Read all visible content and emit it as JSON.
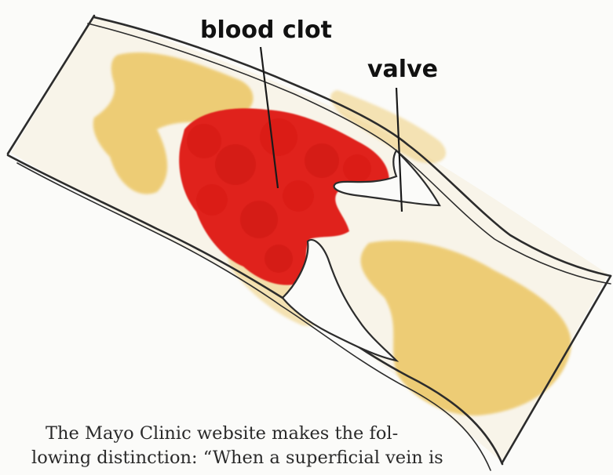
{
  "diagram": {
    "labels": {
      "blood_clot": "blood clot",
      "valve": "valve"
    },
    "colors": {
      "paper": "#fbfbf9",
      "outline": "#2c2c2c",
      "clot_red": "#e0221c",
      "yellow_fat": "#ecc766"
    }
  },
  "text": {
    "line1": "The Mayo Clinic website makes the fol-",
    "line2": "lowing distinction: “When a superficial vein is"
  }
}
